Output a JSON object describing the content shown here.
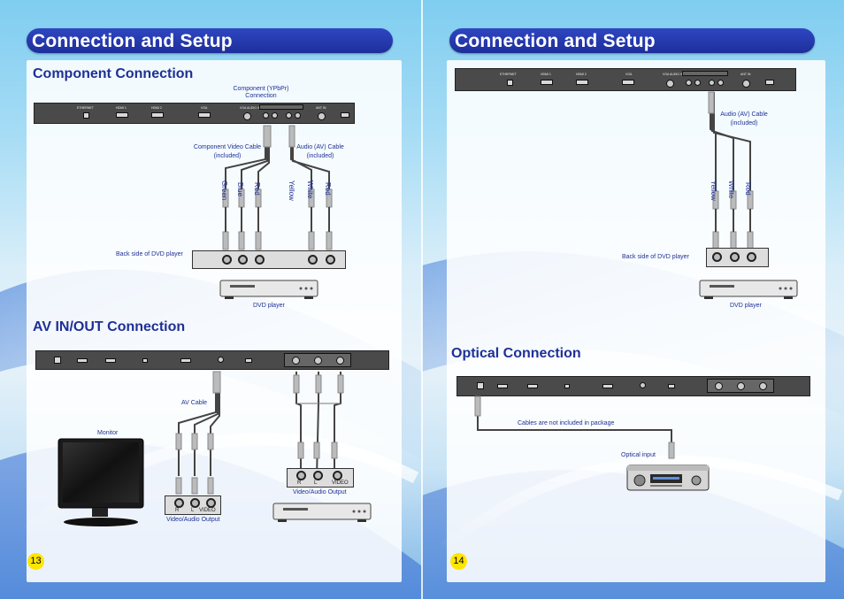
{
  "left_page": {
    "header_title": "Connection and Setup",
    "page_number": "13",
    "component_section": {
      "title": "Component Connection",
      "port_label": "Component (YPbPr) Connection",
      "component_cable_label": "Component Video Cable (included)",
      "audio_cable_label": "Audio (AV) Cable (included)",
      "wire_labels": [
        "Green",
        "Blue",
        "Red",
        "Yellow",
        "White",
        "Red"
      ],
      "dvd_back_label": "Back side of DVD player",
      "dvd_label": "DVD player"
    },
    "av_section": {
      "title": "AV IN/OUT Connection",
      "av_cable_label": "AV Cable",
      "monitor_label": "Monitor",
      "output_label_left": "Video/Audio Output",
      "output_label_right": "Video/Audio Output",
      "jack_labels": [
        "R",
        "L",
        "VIDEO"
      ]
    }
  },
  "right_page": {
    "header_title": "Connection and Setup",
    "page_number": "14",
    "audio_section": {
      "audio_cable_label": "Audio (AV) Cable (included)",
      "wire_labels": [
        "Yellow",
        "White",
        "Red"
      ],
      "dvd_back_label": "Back side of DVD player",
      "dvd_label": "DVD player"
    },
    "optical_section": {
      "title": "Optical Connection",
      "cables_note": "Cables are not included in package",
      "optical_input_label": "Optical input"
    }
  },
  "tv_panel_labels": {
    "ethernet": "ETHERNET",
    "hdmi1": "HDMI 1",
    "hdmi2": "HDMI 2",
    "vga": "VGA",
    "vga_audio": "VGA AUDIO IN",
    "ant_in": "ANT IN"
  },
  "colors": {
    "header_bar": "#2234a8",
    "label_text": "#1f3096",
    "page_number_bg": "#ffe600",
    "panel_dark": "#4a4a4a"
  }
}
